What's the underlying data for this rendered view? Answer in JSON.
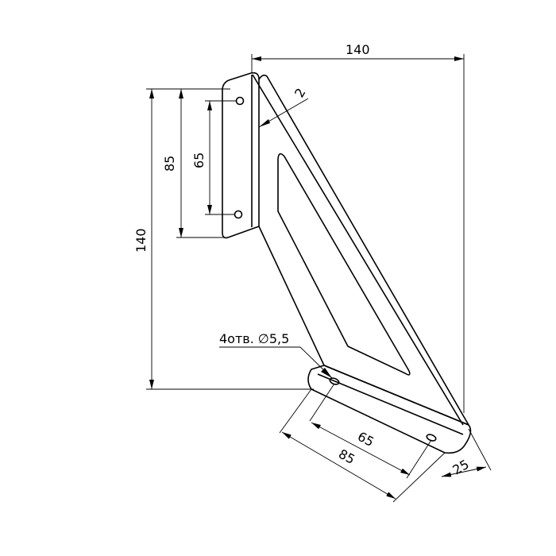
{
  "drawing": {
    "dimensions": {
      "width_top": "140",
      "height_left": "140",
      "hole_span_outer": "85",
      "hole_span_inner": "65",
      "thickness": "2",
      "bottom_span_inner": "65",
      "bottom_span_outer": "85",
      "bottom_width": "25"
    },
    "callout": {
      "holes_label": "4отв. ∅5,5"
    }
  }
}
